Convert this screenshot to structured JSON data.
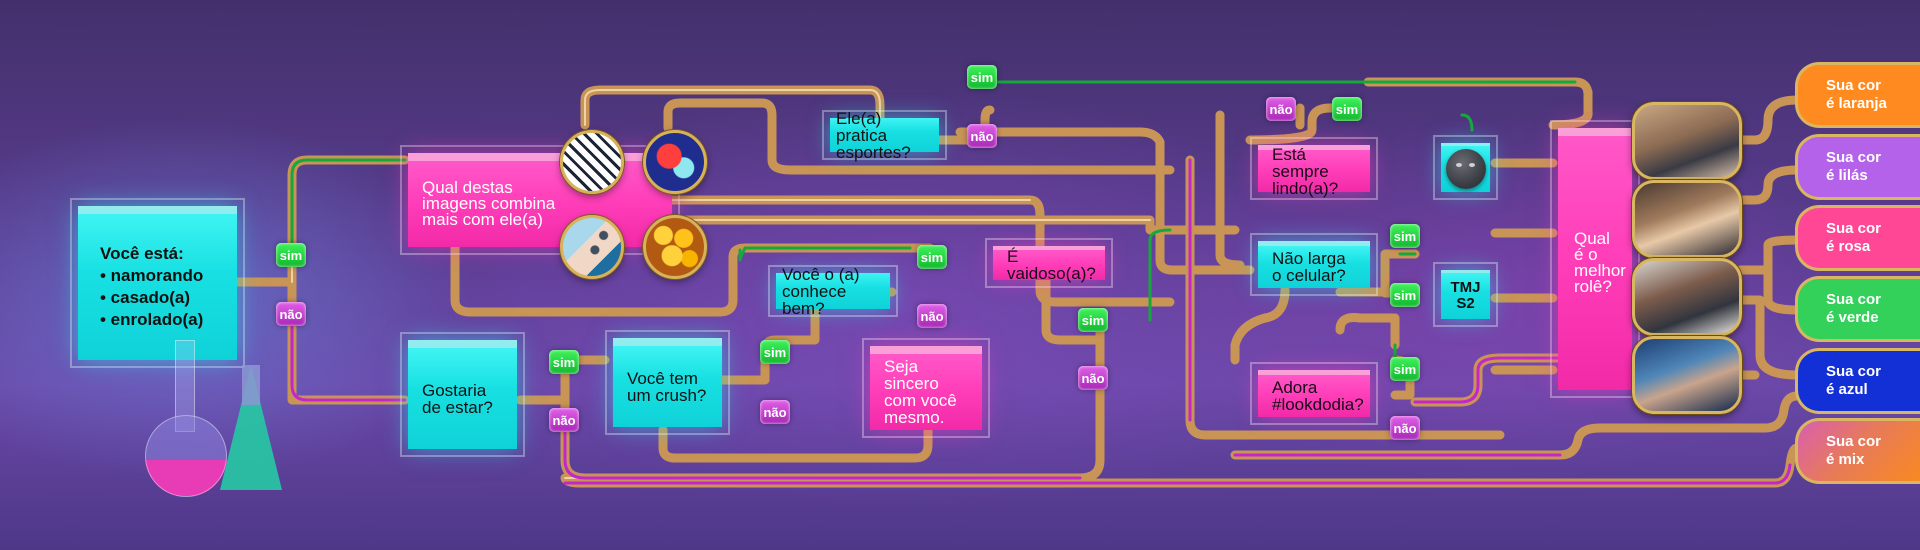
{
  "title": "Descubra sua cor",
  "start": {
    "heading": "Você está:",
    "options": [
      "• namorando",
      "• casado(a)",
      "• enrolado(a)"
    ]
  },
  "tags": {
    "yes": "sim",
    "no": "não"
  },
  "questions": {
    "images": "Qual destas\nimagens combina\nmais com ele(a)",
    "sports": "Ele(a) pratica\nesportes?",
    "wish": "Gostaria\nde estar?",
    "crush": "Você tem\num crush?",
    "knows": "Você o (a)\nconhece bem?",
    "sincere": "Seja sincero\ncom você\nmesmo.",
    "vain": "É vaidoso(a)?",
    "handsome": "Está sempre\nlindo(a)?",
    "phone": "Não larga\no celular?",
    "look": "Adora\n#lookdodia?",
    "tmj": "TMJ\nS2",
    "date": "Qual\né o\nmelhor\nrolê?"
  },
  "image_choices": [
    "geometric-pattern",
    "couple-illustration",
    "abstract-art",
    "emoji-crowd"
  ],
  "date_photos": [
    "beach-couple",
    "laptop-couple",
    "restaurant-couple",
    "party-couple"
  ],
  "moon_emoji": "new-moon-face",
  "results": [
    {
      "label": "Sua cor\né laranja",
      "color": "#ff8a1f"
    },
    {
      "label": "Sua cor\né lilás",
      "color": "#b562ea"
    },
    {
      "label": "Sua cor\né rosa",
      "color": "#ff4796"
    },
    {
      "label": "Sua cor\né verde",
      "color": "#33d05a"
    },
    {
      "label": "Sua cor\né azul",
      "color": "#1230d6"
    },
    {
      "label": "Sua cor\né mix",
      "color": "#f08a2a"
    }
  ],
  "colors": {
    "background": "#5b3d92",
    "cyan_box": "#18e0e2",
    "pink_box": "#ff3db8",
    "yes_tag": "#22cc3c",
    "no_tag": "#c23fd0",
    "pipe_gold": "#d9a866"
  }
}
